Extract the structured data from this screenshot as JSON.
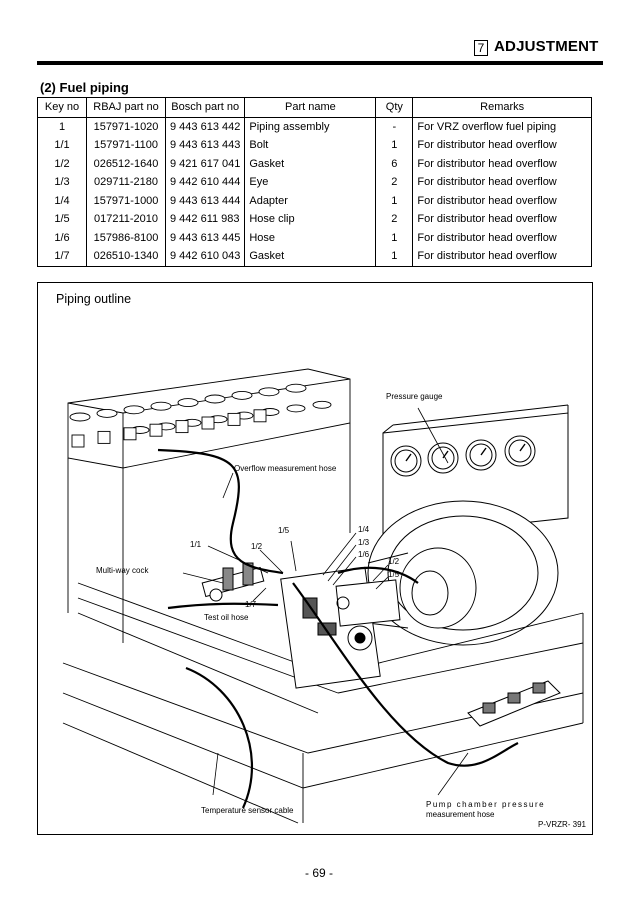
{
  "header": {
    "chapter_number": "7",
    "chapter_title": "ADJUSTMENT"
  },
  "section": {
    "title": "(2) Fuel piping"
  },
  "table": {
    "headers": [
      "Key no",
      "RBAJ part no",
      "Bosch part no",
      "Part name",
      "Qty",
      "Remarks"
    ],
    "rows": [
      [
        "1",
        "157971-1020",
        "9 443 613 442",
        "Piping assembly",
        "-",
        "For VRZ overflow fuel piping"
      ],
      [
        "1/1",
        "157971-1100",
        "9 443 613 443",
        "Bolt",
        "1",
        "For distributor head overflow"
      ],
      [
        "1/2",
        "026512-1640",
        "9 421 617 041",
        "Gasket",
        "6",
        "For distributor head overflow"
      ],
      [
        "1/3",
        "029711-2180",
        "9 442 610 444",
        "Eye",
        "2",
        "For distributor head overflow"
      ],
      [
        "1/4",
        "157971-1000",
        "9 443 613 444",
        "Adapter",
        "1",
        "For distributor head overflow"
      ],
      [
        "1/5",
        "017211-2010",
        "9 442 611 983",
        "Hose clip",
        "2",
        "For distributor head overflow"
      ],
      [
        "1/6",
        "157986-8100",
        "9 443 613 445",
        "Hose",
        "1",
        "For distributor head overflow"
      ],
      [
        "1/7",
        "026510-1340",
        "9 442 610 043",
        "Gasket",
        "1",
        "For distributor head overflow"
      ]
    ]
  },
  "figure": {
    "title": "Piping outline",
    "labels": {
      "pressure_gauge": "Pressure gauge",
      "overflow_hose": "Overflow measurement hose",
      "multi_way_cock": "Multi-way cock",
      "test_oil_hose": "Test oil hose",
      "temperature_sensor": "Temperature sensor cable",
      "pump_chamber_1": "Pump chamber pressure",
      "pump_chamber_2": "measurement hose",
      "k_1_1": "1/1",
      "k_1_2a": "1/2",
      "k_1_5a": "1/5",
      "k_1_4": "1/4",
      "k_1_3": "1/3",
      "k_1_6": "1/6",
      "k_1_2b": "1/2",
      "k_1_5b": "1/5",
      "k_1_7": "1/7"
    },
    "code": "P-VRZR- 391"
  },
  "page": {
    "number": "- 69 -"
  }
}
